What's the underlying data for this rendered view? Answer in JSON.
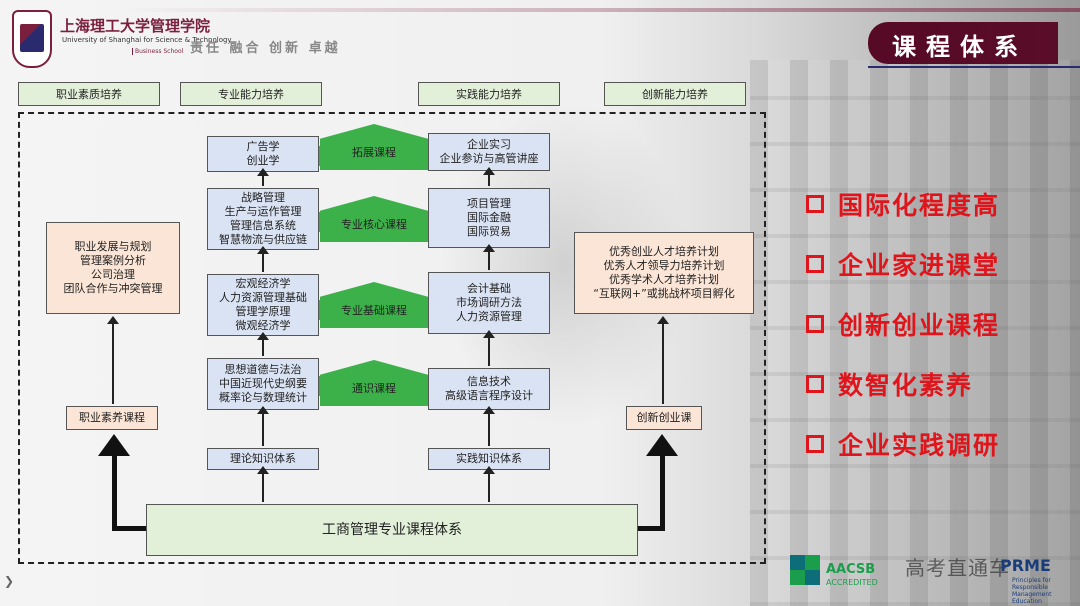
{
  "header": {
    "logo_cn": "上海理工大学管理学院",
    "logo_en": "University of Shanghai for Science & Technology",
    "logo_bs": "Business School",
    "motto": "责任 融合 创新 卓越",
    "title": "课程体系"
  },
  "tabs": [
    "职业素质培养",
    "专业能力培养",
    "实践能力培养",
    "创新能力培养"
  ],
  "left_col": {
    "top_box": [
      "职业发展与规划",
      "管理案例分析",
      "公司治理",
      "团队合作与冲突管理"
    ],
    "label": "职业素养课程"
  },
  "theory": {
    "layer4": [
      "广告学",
      "创业学"
    ],
    "layer3": [
      "战略管理",
      "生产与运作管理",
      "管理信息系统",
      "智慧物流与供应链"
    ],
    "layer2": [
      "宏观经济学",
      "人力资源管理基础",
      "管理学原理",
      "微观经济学"
    ],
    "layer1": [
      "思想道德与法治",
      "中国近现代史纲要",
      "概率论与数理统计"
    ],
    "base": "理论知识体系"
  },
  "pentagons": [
    "拓展课程",
    "专业核心课程",
    "专业基础课程",
    "通识课程"
  ],
  "practice": {
    "layer4": [
      "企业实习",
      "企业参访与高管讲座"
    ],
    "layer3": [
      "项目管理",
      "国际金融",
      "国际贸易"
    ],
    "layer2": [
      "会计基础",
      "市场调研方法",
      "人力资源管理"
    ],
    "layer1": [
      "信息技术",
      "高级语言程序设计"
    ],
    "base": "实践知识体系"
  },
  "right_col": {
    "top_box": [
      "优秀创业人才培养计划",
      "优秀人才领导力培养计划",
      "优秀学术人才培养计划",
      "“互联网+”或挑战杯项目孵化"
    ],
    "label": "创新创业课"
  },
  "bottom": "工商管理专业课程体系",
  "features": [
    "国际化程度高",
    "企业家进课堂",
    "创新创业课程",
    "数智化素养",
    "企业实践调研"
  ],
  "footer": {
    "aacsb": "AACSB",
    "aacsb_sub": "ACCREDITED",
    "watermark": "高考直通车",
    "prme": "PRME",
    "prme_sub": "Principles for Responsible Management Education"
  },
  "colors": {
    "accent_red": "#e0151b",
    "brand_maroon": "#7a1f3d",
    "blue_box": "#dae3f3",
    "orange_box": "#fbe5d6",
    "green_box": "#e2f0d9",
    "pentagon_green": "#3cb14a"
  }
}
